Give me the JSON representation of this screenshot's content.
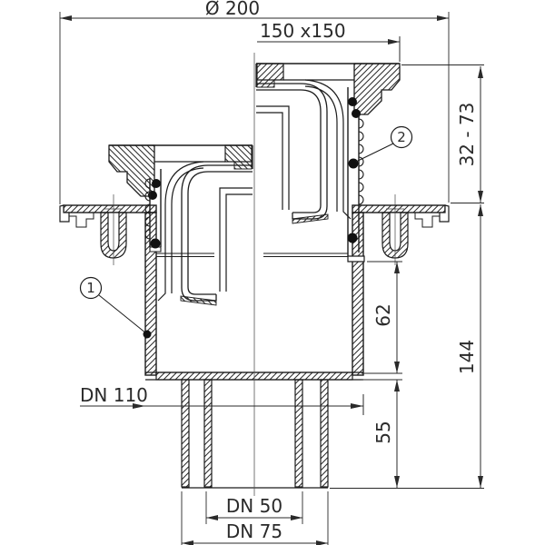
{
  "drawing": {
    "background": "#ffffff",
    "line_color": "#1c1c1c",
    "dims": {
      "top_width": "Ø 200",
      "grate_size": "150 x150",
      "adjust_height": "32 - 73",
      "flange_depth": "62",
      "spigot_length": "55",
      "total_height": "144",
      "body_diameter": "DN 110",
      "outlet_inner": "DN 50",
      "outlet_outer": "DN 75"
    },
    "callouts": {
      "one": "1",
      "two": "2"
    }
  }
}
